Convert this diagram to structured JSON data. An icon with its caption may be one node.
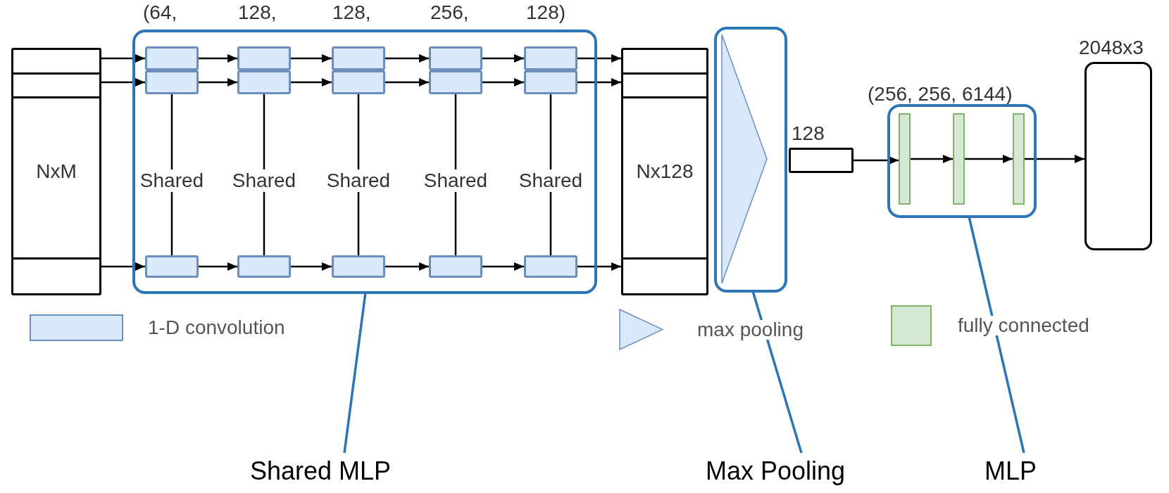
{
  "diagram": {
    "nodes": [
      {
        "text": [
          "NxM"
        ]
      },
      {
        "text": [],
        "shape": "box"
      },
      {
        "text": [],
        "shape": "box",
        "in": 1
      },
      {
        "text": [],
        "shape": "box",
        "in": 1
      },
      {
        "text": [],
        "shape": "box",
        "in": 1
      },
      {
        "text": [],
        "shape": "box",
        "in": 1
      },
      {
        "text": [],
        "shape": "box",
        "in": 1
      },
      {
        "text": [],
        "shape": "box",
        "in": 1
      },
      {
        "text": [],
        "shape": "box",
        "in": 1
      },
      {
        "text": [],
        "shape": "box",
        "in": 1
      },
      {
        "text": [],
        "shape": "box",
        "in": 1
      },
      {
        "text": [],
        "shape": "box",
        "in": 1
      },
      {
        "text": [],
        "shape": "box",
        "in": 1
      },
      {
        "text": [],
        "shape": "box",
        "in": 1
      },
      {
        "text": [],
        "shape": "box",
        "in": 1
      },
      {
        "text": [],
        "shape": "box",
        "in": 1
      },
      {
        "text": [],
        "shape": "box",
        "in": 1
      },
      {
        "text": [
          "Nx128"
        ]
      },
      {
        "text": [],
        "shape": "box"
      },
      {
        "text": [],
        "shape": "triangle",
        "in": 18
      },
      {
        "text": [
          "128"
        ]
      },
      {
        "text": [],
        "shape": "box"
      },
      {
        "text": [],
        "shape": "bar",
        "in": 21
      },
      {
        "text": [],
        "shape": "bar",
        "in": 21
      },
      {
        "text": [],
        "shape": "bar",
        "in": 21
      },
      {
        "text": [
          "2048x3"
        ]
      },
      {
        "text": [
          "Shared MLP"
        ]
      },
      {
        "text": [
          "Max Pooling"
        ]
      },
      {
        "text": [
          "MLP"
        ]
      }
    ],
    "edges": [
      {
        "from": 0,
        "to": 2,
        "arrow": "to"
      },
      {
        "from": 0,
        "to": 3,
        "arrow": "to"
      },
      {
        "from": 0,
        "to": 4,
        "arrow": "to"
      },
      {
        "from": 3,
        "to": 4,
        "label": "Shared",
        "arrow": "none"
      },
      {
        "from": 2,
        "to": 5,
        "arrow": "to"
      },
      {
        "from": 3,
        "to": 6,
        "arrow": "to"
      },
      {
        "from": 4,
        "to": 7,
        "arrow": "to"
      },
      {
        "from": 6,
        "to": 7,
        "label": "Shared",
        "arrow": "none"
      },
      {
        "from": 5,
        "to": 8,
        "arrow": "to"
      },
      {
        "from": 6,
        "to": 9,
        "arrow": "to"
      },
      {
        "from": 7,
        "to": 10,
        "arrow": "to"
      },
      {
        "from": 9,
        "to": 10,
        "label": "Shared",
        "arrow": "none"
      },
      {
        "from": 8,
        "to": 11,
        "arrow": "to"
      },
      {
        "from": 9,
        "to": 12,
        "arrow": "to"
      },
      {
        "from": 10,
        "to": 13,
        "arrow": "to"
      },
      {
        "from": 12,
        "to": 13,
        "label": "Shared",
        "arrow": "none"
      },
      {
        "from": 11,
        "to": 14,
        "arrow": "to"
      },
      {
        "from": 12,
        "to": 15,
        "arrow": "to"
      },
      {
        "from": 13,
        "to": 16,
        "arrow": "to"
      },
      {
        "from": 15,
        "to": 16,
        "label": "Shared",
        "arrow": "none"
      },
      {
        "from": 14,
        "to": 17,
        "arrow": "to"
      },
      {
        "from": 15,
        "to": 17,
        "arrow": "to"
      },
      {
        "from": 16,
        "to": 17,
        "arrow": "to"
      },
      {
        "from": 20,
        "to": 22,
        "arrow": "to"
      },
      {
        "from": 22,
        "to": 23,
        "arrow": "to"
      },
      {
        "from": 23,
        "to": 24,
        "arrow": "to"
      },
      {
        "from": 24,
        "to": 25,
        "arrow": "to"
      },
      {
        "from": 26,
        "to": 1,
        "arrow": "none",
        "color": "#2e75b6"
      },
      {
        "from": 27,
        "to": 18,
        "arrow": "none",
        "color": "#2e75b6"
      },
      {
        "from": 28,
        "to": 21,
        "arrow": "none",
        "color": "#2e75b6"
      }
    ],
    "labels": [
      "(64,",
      "128,",
      "128,",
      "256,",
      "128)",
      "(256, 256, 6144)"
    ],
    "legend": [
      {
        "text": "1-D convolution",
        "color": "#dae8fc"
      },
      {
        "text": "max pooling"
      },
      {
        "text": "fully connected",
        "color": "#d5e8d4"
      }
    ]
  }
}
